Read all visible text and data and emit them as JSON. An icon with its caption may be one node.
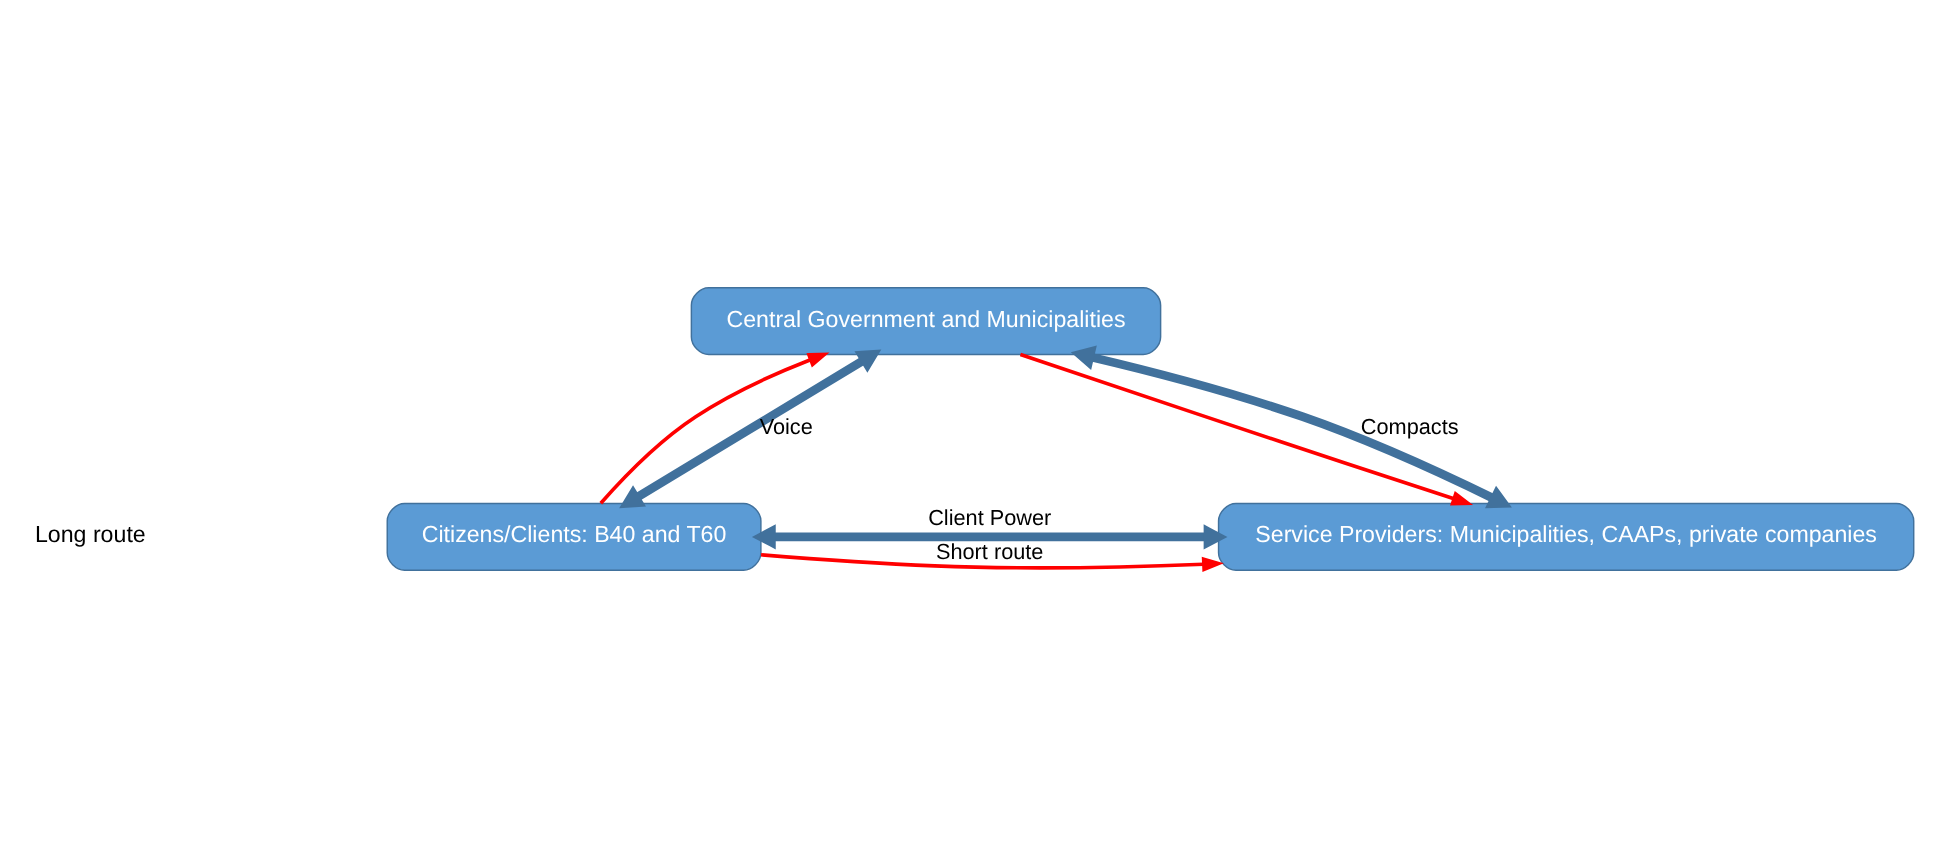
{
  "diagram": {
    "nodes": [
      {
        "text": [
          "Central Government and Municipalities"
        ]
      },
      {
        "text": [
          "Citizens/Clients: B40 and T60"
        ]
      },
      {
        "text": [
          "Service Providers: Municipalities, CAAPs, private companies"
        ]
      }
    ],
    "edges": [
      {
        "from": 1,
        "to": 0,
        "arrow": "to",
        "color": "#ff0000"
      },
      {
        "from": 0,
        "to": 2,
        "arrow": "to",
        "color": "#ff0000"
      },
      {
        "from": 1,
        "to": 2,
        "arrow": "to",
        "label": "Short route",
        "color": "#ff0000"
      },
      {
        "from": 1,
        "to": 0,
        "arrow": "both",
        "label": "Voice",
        "style": "thick",
        "color": "#41719c"
      },
      {
        "from": 0,
        "to": 2,
        "arrow": "both",
        "label": "Compacts",
        "style": "thick",
        "color": "#41719c"
      },
      {
        "from": 1,
        "to": 2,
        "arrow": "both",
        "label": "Client Power",
        "style": "thick",
        "color": "#41719c"
      }
    ],
    "labels": [
      "Long route"
    ]
  }
}
